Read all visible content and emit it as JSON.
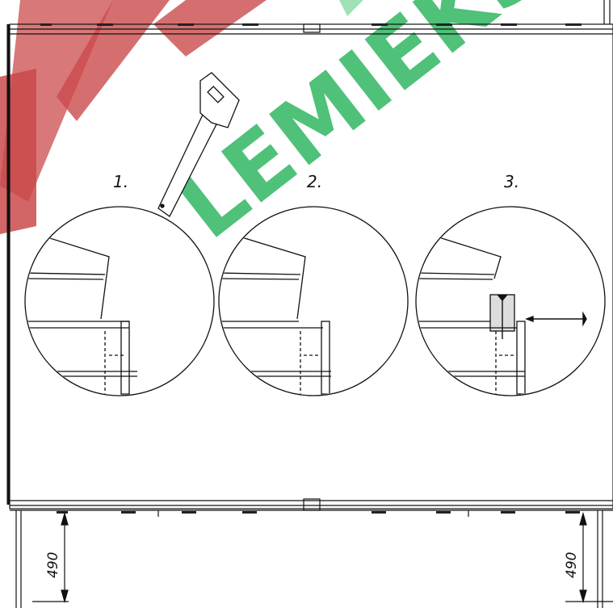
{
  "diagram": {
    "watermark_text": "LEMIEKS",
    "steps": [
      {
        "label": "1.",
        "tool": "saw-icon"
      },
      {
        "label": "2.",
        "tool": ""
      },
      {
        "label": "3.",
        "tool": "screw-icon"
      }
    ],
    "dimensions": {
      "left": "490",
      "right": "490"
    },
    "colors": {
      "watermark_red": "#c73a3a",
      "watermark_green": "#39b96a",
      "line": "#111111"
    }
  }
}
